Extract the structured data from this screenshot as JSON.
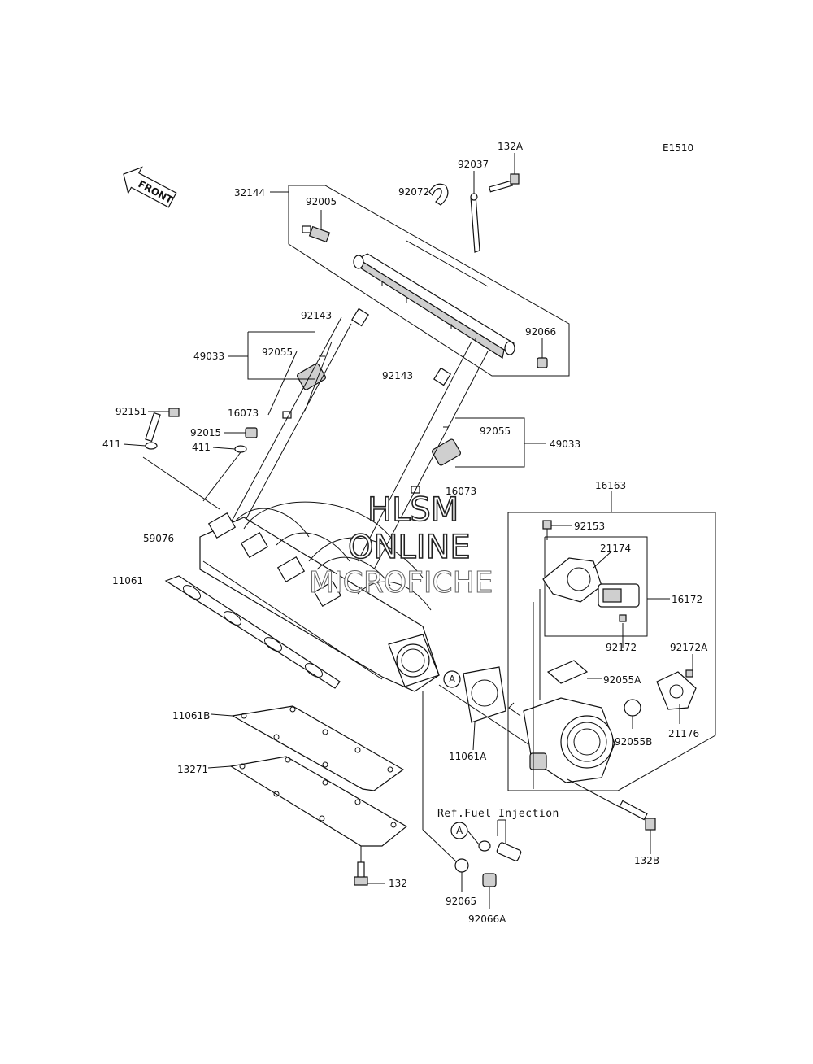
{
  "diagram": {
    "figure_code": "E1510",
    "front_label": "FRONT",
    "reference_note": "Ref.Fuel Injection",
    "watermark": [
      "HLSM",
      "ONLINE",
      "MICROFICHE"
    ],
    "circle_marker": "A",
    "parts": [
      {
        "key": "p132A",
        "label": "132A"
      },
      {
        "key": "p92037",
        "label": "92037"
      },
      {
        "key": "p92072",
        "label": "92072"
      },
      {
        "key": "p92005",
        "label": "92005"
      },
      {
        "key": "p32144",
        "label": "32144"
      },
      {
        "key": "p92143a",
        "label": "92143"
      },
      {
        "key": "p92066",
        "label": "92066"
      },
      {
        "key": "p49033a",
        "label": "49033"
      },
      {
        "key": "p92055a",
        "label": "92055"
      },
      {
        "key": "p92143b",
        "label": "92143"
      },
      {
        "key": "p92151",
        "label": "92151"
      },
      {
        "key": "p16073a",
        "label": "16073"
      },
      {
        "key": "p92015",
        "label": "92015"
      },
      {
        "key": "p411a",
        "label": "411"
      },
      {
        "key": "p411b",
        "label": "411"
      },
      {
        "key": "p92055b",
        "label": "92055"
      },
      {
        "key": "p49033b",
        "label": "49033"
      },
      {
        "key": "p16073b",
        "label": "16073"
      },
      {
        "key": "p16163",
        "label": "16163"
      },
      {
        "key": "p92153",
        "label": "92153"
      },
      {
        "key": "p59076",
        "label": "59076"
      },
      {
        "key": "p21174",
        "label": "21174"
      },
      {
        "key": "p11061",
        "label": "11061"
      },
      {
        "key": "p16172",
        "label": "16172"
      },
      {
        "key": "p92172",
        "label": "92172"
      },
      {
        "key": "p92172A",
        "label": "92172A"
      },
      {
        "key": "p92055A",
        "label": "92055A"
      },
      {
        "key": "p92055B",
        "label": "92055B"
      },
      {
        "key": "p21176",
        "label": "21176"
      },
      {
        "key": "p11061B",
        "label": "11061B"
      },
      {
        "key": "p11061A",
        "label": "11061A"
      },
      {
        "key": "p13271",
        "label": "13271"
      },
      {
        "key": "p132B",
        "label": "132B"
      },
      {
        "key": "p132",
        "label": "132"
      },
      {
        "key": "p92065",
        "label": "92065"
      },
      {
        "key": "p92066A",
        "label": "92066A"
      }
    ]
  }
}
